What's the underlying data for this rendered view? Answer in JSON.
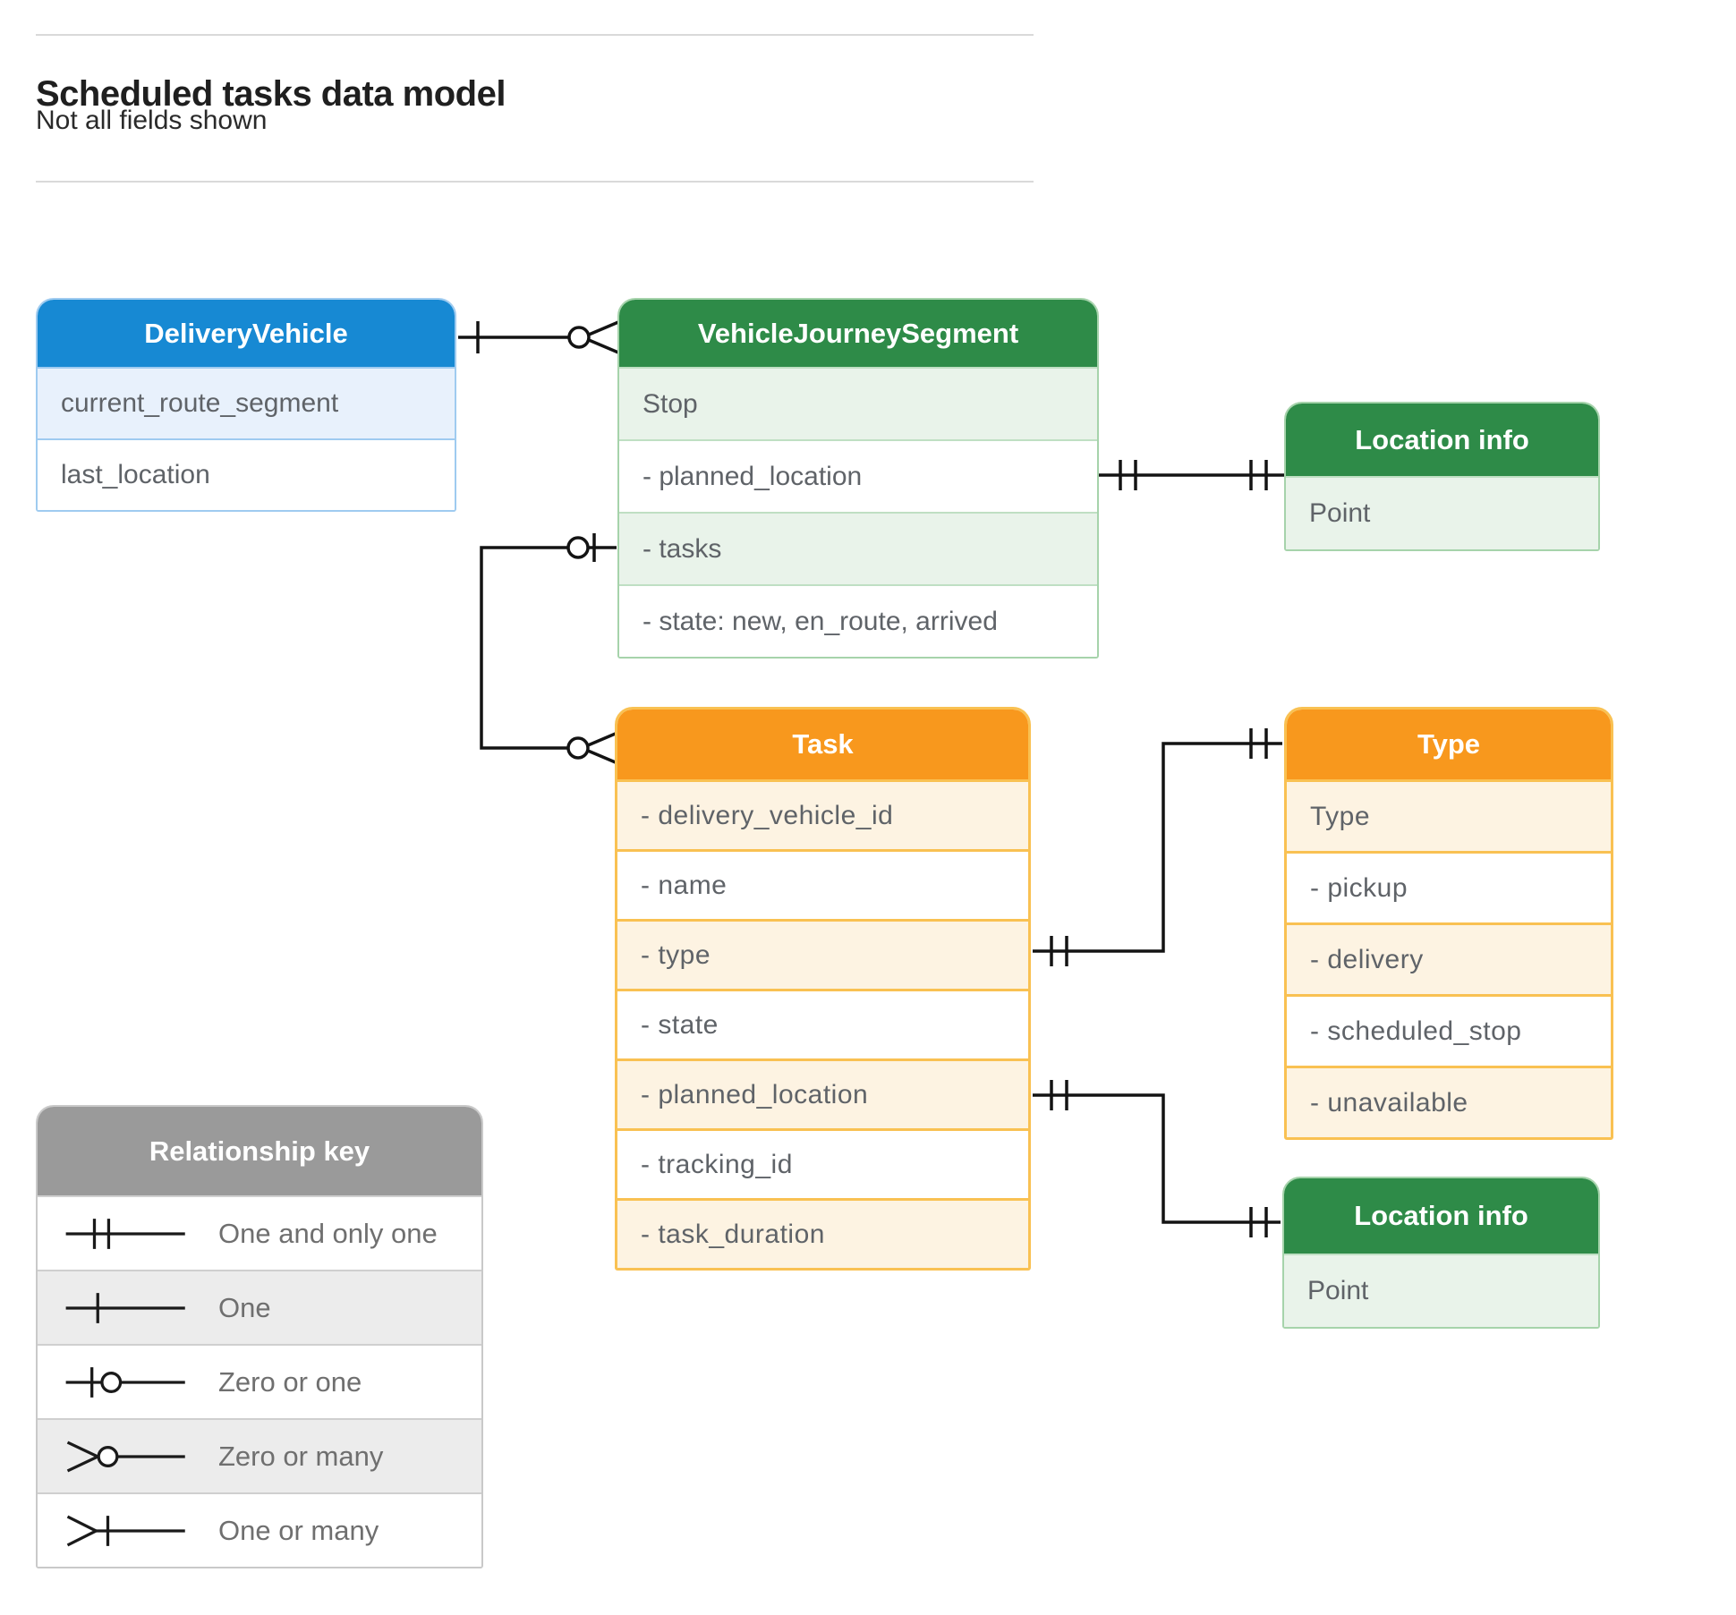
{
  "page": {
    "title": "Scheduled tasks data model",
    "subtitle": "Not all fields shown"
  },
  "entities": [
    {
      "id": "delivery-vehicle",
      "title": "DeliveryVehicle",
      "theme": "blue",
      "fields": [
        "current_route_segment",
        "last_location"
      ]
    },
    {
      "id": "vehicle-journey-segment",
      "title": "VehicleJourneySegment",
      "theme": "green",
      "fields": [
        "Stop",
        "- planned_location",
        "- tasks",
        "- state: new, en_route, arrived"
      ]
    },
    {
      "id": "location-info-top",
      "title": "Location info",
      "theme": "green",
      "fields": [
        "Point"
      ]
    },
    {
      "id": "task",
      "title": "Task",
      "theme": "orange",
      "fields": [
        "- delivery_vehicle_id",
        "- name",
        "- type",
        "- state",
        "- planned_location",
        "- tracking_id",
        "- task_duration"
      ]
    },
    {
      "id": "type",
      "title": "Type",
      "theme": "orange",
      "fields": [
        "Type",
        "- pickup",
        "- delivery",
        "- scheduled_stop",
        "- unavailable"
      ]
    },
    {
      "id": "location-info-bottom",
      "title": "Location info",
      "theme": "green",
      "fields": [
        "Point"
      ]
    }
  ],
  "relationships": [
    {
      "from": "DeliveryVehicle",
      "from_cardinality": "one",
      "to": "VehicleJourneySegment",
      "to_cardinality": "zero-or-many"
    },
    {
      "from": "VehicleJourneySegment.tasks",
      "from_cardinality": "zero-or-one",
      "to": "Task",
      "to_cardinality": "zero-or-many"
    },
    {
      "from": "VehicleJourneySegment.planned_location",
      "from_cardinality": "one-and-only-one",
      "to": "Location info",
      "to_cardinality": "one-and-only-one"
    },
    {
      "from": "Task.type",
      "from_cardinality": "one-and-only-one",
      "to": "Type",
      "to_cardinality": "one-and-only-one"
    },
    {
      "from": "Task.planned_location",
      "from_cardinality": "one-and-only-one",
      "to": "Location info",
      "to_cardinality": "one-and-only-one"
    }
  ],
  "legend": {
    "title": "Relationship key",
    "items": [
      {
        "symbol": "one-and-only-one",
        "label": "One and only one"
      },
      {
        "symbol": "one",
        "label": "One"
      },
      {
        "symbol": "zero-or-one",
        "label": "Zero or one"
      },
      {
        "symbol": "zero-or-many",
        "label": "Zero or many"
      },
      {
        "symbol": "one-or-many",
        "label": "One or many"
      }
    ]
  },
  "colors": {
    "blue_header": "#1789d3",
    "green_header": "#2e8b48",
    "orange_header": "#f8981d",
    "gray_header": "#9a9a9a",
    "connector": "#131313"
  }
}
